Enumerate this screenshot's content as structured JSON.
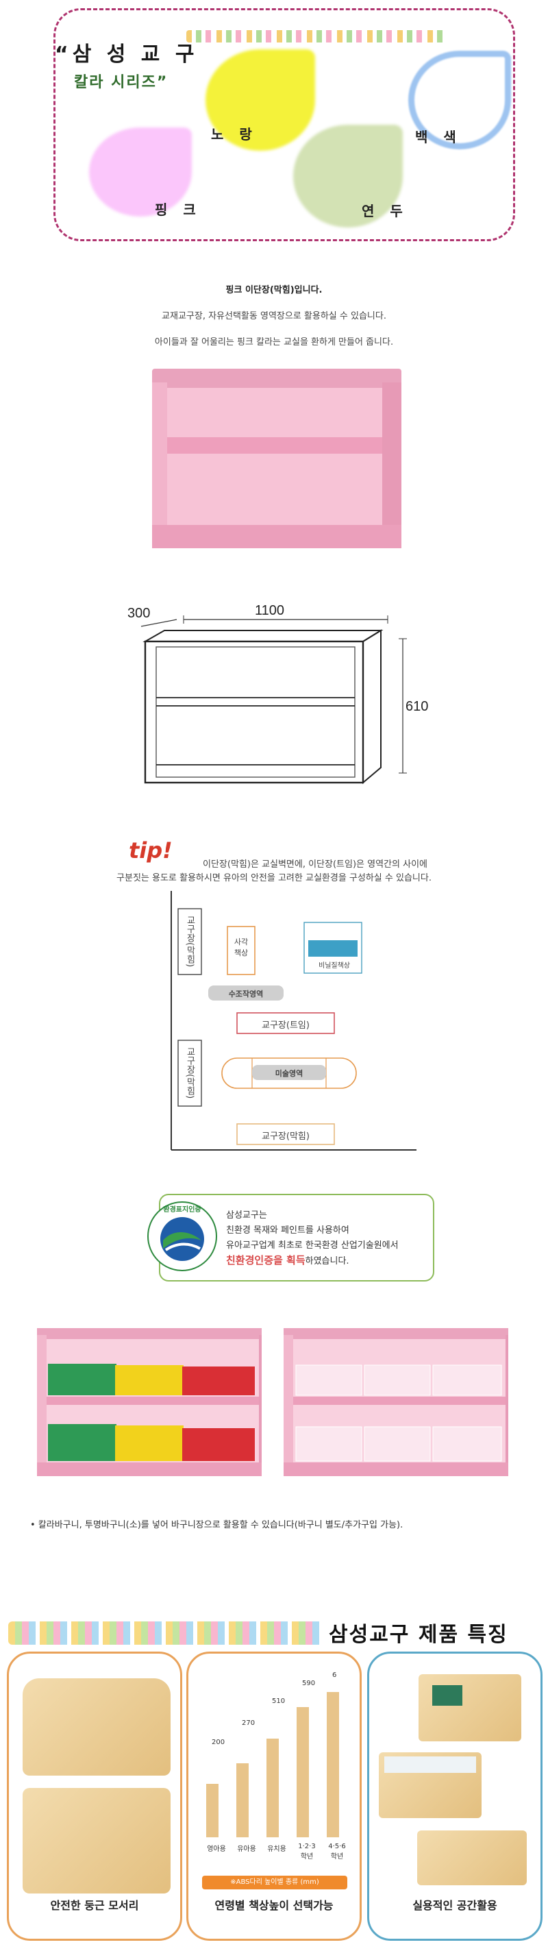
{
  "hero": {
    "brand": "“삼 성 교 구",
    "series": "칼라 시리즈”",
    "colors": [
      {
        "name": "노 랑",
        "hex": "#f4f23a"
      },
      {
        "name": "핑 크",
        "hex": "#fbc6fb"
      },
      {
        "name": "연 두",
        "hex": "#d3e2b4"
      },
      {
        "name": "백 색",
        "hex": "#9ec4f0"
      }
    ]
  },
  "intro": {
    "title": "핑크 이단장(막힘)입니다.",
    "line1": "교재교구장, 자유선택활동 영역장으로 활용하실 수 있습니다.",
    "line2": "아이들과 잘 어울리는 핑크 칼라는 교실을 환하게 만들어 줍니다."
  },
  "dimensions": {
    "depth": "300",
    "width": "1100",
    "height": "610"
  },
  "tip": {
    "word": "tip!",
    "line1": "이단장(막힘)은 교실벽면에, 이단장(트임)은 영역간의 사이에",
    "line2": "구분짓는 용도로 활용하시면 유아의 안전을 고려한 교실환경을 구성하실 수 있습니다."
  },
  "layout_diagram": {
    "cabinet_top": "교구장(막힘)",
    "cabinet_bottom": "교구장(막힘)",
    "square_desk": "사각\n책상",
    "vinyl_desk": "비닐질책상",
    "craft_area": "수조작영역",
    "open_cabinet": "교구장(트임)",
    "art_area": "미술영역",
    "closed_cabinet": "교구장(막힘)"
  },
  "eco": {
    "seal_text": "환경표지인증",
    "line1": "삼성교구는",
    "line2": "친환경 목재와 페인트를 사용하여",
    "line3": "유아교구업계 최초로 한국환경 산업기술원에서",
    "highlight": "친환경인증을 획득",
    "tail": "하였습니다."
  },
  "basket_caption": "• 칼라바구니, 투명바구니(소)를 넣어 바구니장으로 활용할 수 있습니다(바구니 별도/추가구입 가능).",
  "features": {
    "title": "삼성교구 제품 특징",
    "cards": [
      {
        "label": "안전한 둥근 모서리",
        "border": "#e9a25a"
      },
      {
        "label": "연령별 책상높이 선택가능",
        "border": "#e9a25a"
      },
      {
        "label": "실용적인 공간활용",
        "border": "#5aa8c8"
      }
    ],
    "heights": [
      {
        "value": "200",
        "age": "영아용"
      },
      {
        "value": "270",
        "age": "유아용"
      },
      {
        "value": "510",
        "age": "유치용"
      },
      {
        "value": "590",
        "age": "1·2·3\n학년"
      },
      {
        "value": "6",
        "age": "4·5·6\n학년"
      }
    ],
    "legs_note": "※ABS다리 높이별 종류 (mm)"
  }
}
